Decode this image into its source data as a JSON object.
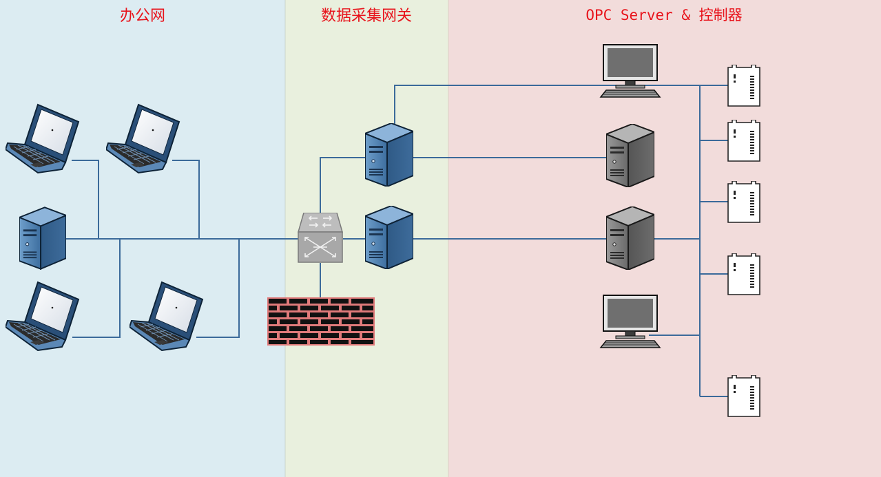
{
  "zones": [
    {
      "id": "office",
      "title": "办公网",
      "fill": "#dcecf2"
    },
    {
      "id": "gateway",
      "title": "数据采集网关",
      "fill": "#e9f0de"
    },
    {
      "id": "opc",
      "title": "OPC Server & 控制器",
      "fill": "#f2dcdb"
    }
  ],
  "colors": {
    "title": "#e8141c",
    "link": "#3b6a9a",
    "server_blue": "#4d7fae",
    "server_gray": "#7b7b7b",
    "switch_gray": "#a6a6a6",
    "firewall_brick": "#111111",
    "firewall_mortar": "#e07a7a"
  },
  "devices": {
    "office": [
      "laptop-icon",
      "laptop-icon",
      "server-icon",
      "laptop-icon",
      "laptop-icon"
    ],
    "gateway": [
      "switch-icon",
      "firewall-icon",
      "server-icon",
      "server-icon"
    ],
    "opc": [
      "workstation-icon",
      "server-icon",
      "server-icon",
      "workstation-icon",
      "controller-icon",
      "controller-icon",
      "controller-icon",
      "controller-icon",
      "controller-icon"
    ]
  }
}
